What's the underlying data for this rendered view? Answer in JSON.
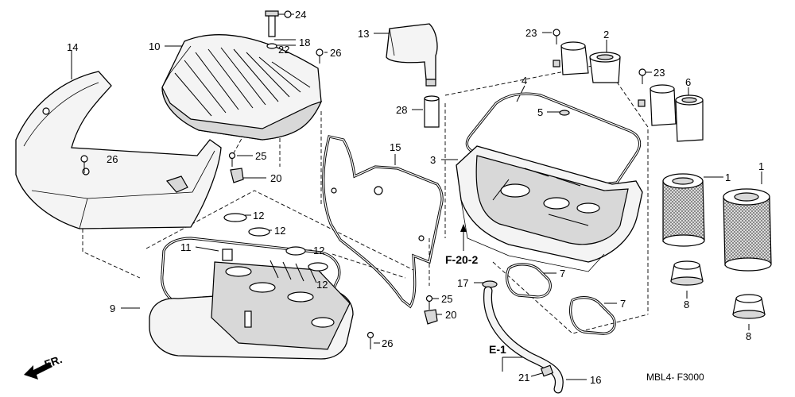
{
  "callouts": [
    {
      "id": "c14",
      "text": "14"
    },
    {
      "id": "c10",
      "text": "10"
    },
    {
      "id": "c24",
      "text": "24"
    },
    {
      "id": "c18",
      "text": "18"
    },
    {
      "id": "c22",
      "text": "22"
    },
    {
      "id": "c26a",
      "text": "26"
    },
    {
      "id": "c26b",
      "text": "26"
    },
    {
      "id": "c26c",
      "text": "26"
    },
    {
      "id": "c25a",
      "text": "25"
    },
    {
      "id": "c20a",
      "text": "20"
    },
    {
      "id": "c13",
      "text": "13"
    },
    {
      "id": "c28a",
      "text": "28"
    },
    {
      "id": "c23a",
      "text": "23"
    },
    {
      "id": "c2",
      "text": "2"
    },
    {
      "id": "c23b",
      "text": "23"
    },
    {
      "id": "c6",
      "text": "6"
    },
    {
      "id": "c4",
      "text": "4"
    },
    {
      "id": "c5",
      "text": "5"
    },
    {
      "id": "c3",
      "text": "3"
    },
    {
      "id": "c15",
      "text": "15"
    },
    {
      "id": "c1a",
      "text": "1"
    },
    {
      "id": "c1b",
      "text": "1"
    },
    {
      "id": "c12a",
      "text": "12"
    },
    {
      "id": "c12b",
      "text": "12"
    },
    {
      "id": "c12c",
      "text": "12"
    },
    {
      "id": "c12d",
      "text": "12"
    },
    {
      "id": "c11",
      "text": "11"
    },
    {
      "id": "c9",
      "text": "9"
    },
    {
      "id": "c7a",
      "text": "7"
    },
    {
      "id": "c7b",
      "text": "7"
    },
    {
      "id": "c17",
      "text": "17"
    },
    {
      "id": "c25b",
      "text": "25"
    },
    {
      "id": "c20b",
      "text": "20"
    },
    {
      "id": "c28b",
      "text": "28"
    },
    {
      "id": "c8a",
      "text": "8"
    },
    {
      "id": "c8b",
      "text": "8"
    },
    {
      "id": "c21",
      "text": "21"
    },
    {
      "id": "c16",
      "text": "16"
    }
  ],
  "references": {
    "f202": "F-20-2",
    "e1": "E-1"
  },
  "front_indicator": "FR.",
  "diagram_code": "MBL4- F3000"
}
